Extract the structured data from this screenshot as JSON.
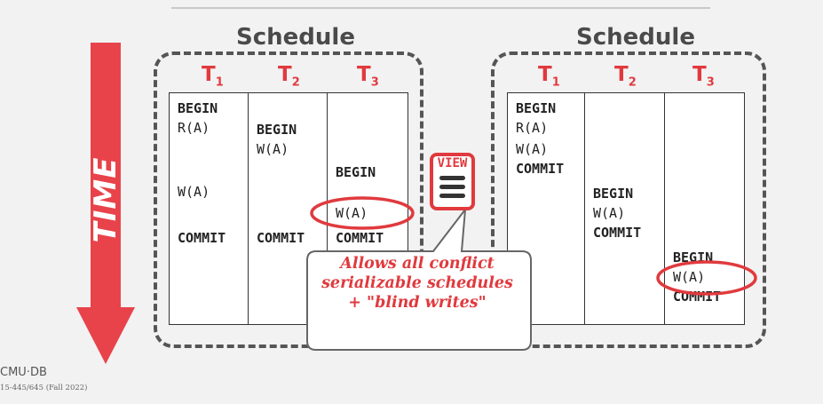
{
  "left_schedule": {
    "title": "Schedule",
    "columns": [
      {
        "label": "T",
        "sub": "1",
        "ops": [
          {
            "text": "BEGIN",
            "bold": true
          },
          {
            "text": "R(A)",
            "bold": false
          },
          {
            "text": "W(A)",
            "bold": false
          },
          {
            "text": "COMMIT",
            "bold": true
          }
        ]
      },
      {
        "label": "T",
        "sub": "2",
        "ops": [
          {
            "text": "BEGIN",
            "bold": true
          },
          {
            "text": "W(A)",
            "bold": false
          },
          {
            "text": "COMMIT",
            "bold": true
          }
        ]
      },
      {
        "label": "T",
        "sub": "3",
        "ops": [
          {
            "text": "BEGIN",
            "bold": true
          },
          {
            "text": "W(A)",
            "bold": false
          },
          {
            "text": "COMMIT",
            "bold": true
          }
        ]
      }
    ]
  },
  "right_schedule": {
    "title": "Schedule",
    "columns": [
      {
        "label": "T",
        "sub": "1",
        "ops": [
          {
            "text": "BEGIN",
            "bold": true
          },
          {
            "text": "R(A)",
            "bold": false
          },
          {
            "text": "W(A)",
            "bold": false
          },
          {
            "text": "COMMIT",
            "bold": true
          }
        ]
      },
      {
        "label": "T",
        "sub": "2",
        "ops": [
          {
            "text": "BEGIN",
            "bold": true
          },
          {
            "text": "W(A)",
            "bold": false
          },
          {
            "text": "COMMIT",
            "bold": true
          }
        ]
      },
      {
        "label": "T",
        "sub": "3",
        "ops": [
          {
            "text": "BEGIN",
            "bold": true
          },
          {
            "text": "W(A)",
            "bold": false
          },
          {
            "text": "COMMIT",
            "bold": true
          }
        ]
      }
    ]
  },
  "time_label": "TIME",
  "view_icon": {
    "label": "VIEW",
    "icon": "view-equivalence-icon"
  },
  "callout": {
    "line1": "Allows all conflict",
    "line2": "serializable schedules",
    "line3": "+ \"blind writes\""
  },
  "footer": {
    "logo_text": "CMU·DB",
    "course": "15-445/645 (Fall 2022)"
  },
  "colors": {
    "accent": "#e03a3e",
    "frame": "#555555",
    "background": "#f2f2f2"
  }
}
